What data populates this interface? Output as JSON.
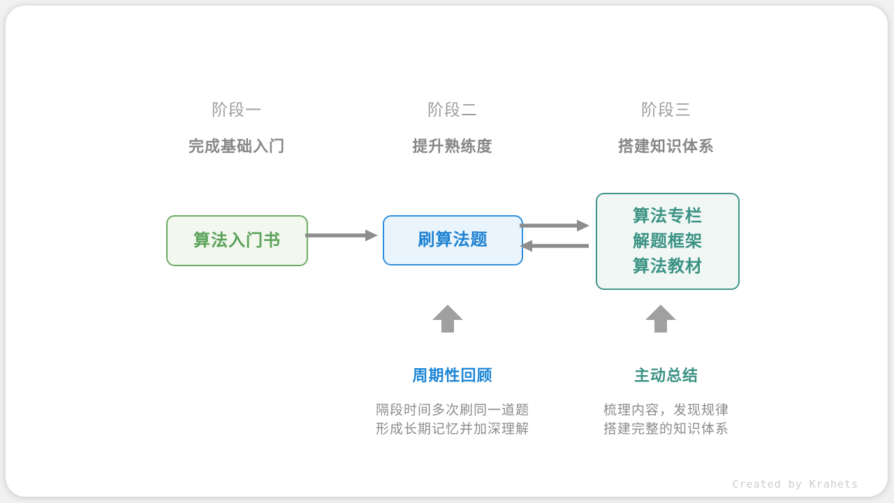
{
  "page": {
    "credit": "Created by Krahets"
  },
  "stages": [
    {
      "id": "stage-1",
      "label": "阶段一",
      "subtitle": "完成基础入门"
    },
    {
      "id": "stage-2",
      "label": "阶段二",
      "subtitle": "提升熟练度"
    },
    {
      "id": "stage-3",
      "label": "阶段三",
      "subtitle": "搭建知识体系"
    }
  ],
  "nodes": [
    {
      "id": "node-1",
      "lines": [
        "算法入门书"
      ],
      "text_color": "#5aa159",
      "border_color": "#6cab63",
      "bg_color": "#f2f8ee"
    },
    {
      "id": "node-2",
      "lines": [
        "刷算法题"
      ],
      "text_color": "#1d81d2",
      "border_color": "#2e8edc",
      "bg_color": "#eaf4fc"
    },
    {
      "id": "node-3",
      "lines": [
        "算法专栏",
        "解题框架",
        "算法教材"
      ],
      "text_color": "#3b9284",
      "border_color": "#42958b",
      "bg_color": "#f0f7f4"
    }
  ],
  "annotations": [
    {
      "id": "review",
      "title": "周期性回顾",
      "title_color": "#1e86d6",
      "lines": [
        "隔段时间多次刷同一道题",
        "形成长期记忆并加深理解"
      ]
    },
    {
      "id": "summary",
      "title": "主动总结",
      "title_color": "#3b9284",
      "lines": [
        "梳理内容，发现规律",
        "搭建完整的知识体系"
      ]
    }
  ],
  "icons": {
    "flow_arrow_right": "→",
    "flow_arrow_left": "←",
    "up_arrow": "↑",
    "arrow_color": "#8d8d8d",
    "up_arrow_color": "#a0a0a0"
  }
}
